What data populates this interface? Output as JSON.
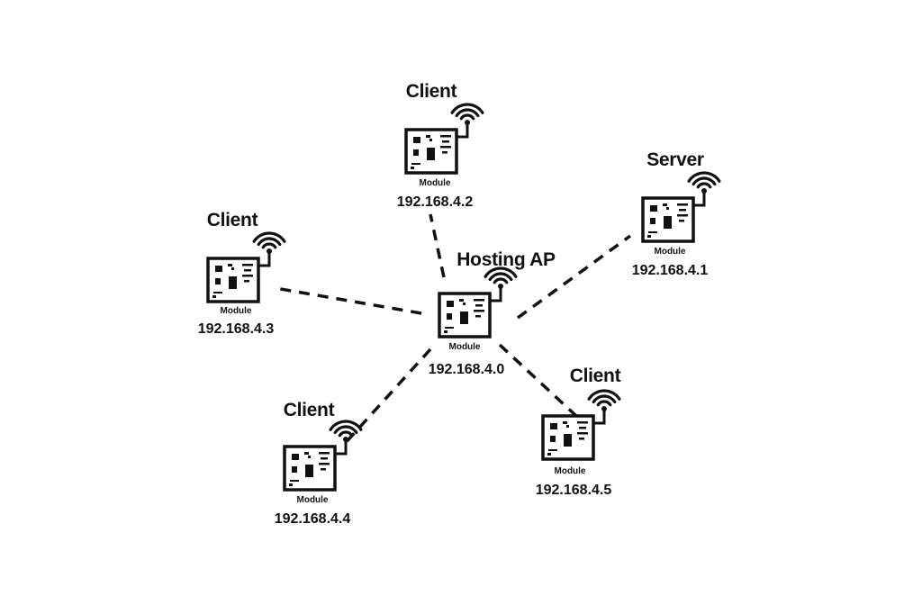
{
  "nodes": [
    {
      "id": "ap",
      "role": "Hosting AP",
      "module": "Module",
      "ip": "192.168.4.0"
    },
    {
      "id": "c2",
      "role": "Client",
      "module": "Module",
      "ip": "192.168.4.2"
    },
    {
      "id": "server",
      "role": "Server",
      "module": "Module",
      "ip": "192.168.4.1"
    },
    {
      "id": "c3",
      "role": "Client",
      "module": "Module",
      "ip": "192.168.4.3"
    },
    {
      "id": "c4",
      "role": "Client",
      "module": "Module",
      "ip": "192.168.4.4"
    },
    {
      "id": "c5",
      "role": "Client",
      "module": "Module",
      "ip": "192.168.4.5"
    }
  ],
  "links": [
    {
      "from": "ap",
      "to": "c2"
    },
    {
      "from": "ap",
      "to": "server"
    },
    {
      "from": "ap",
      "to": "c3"
    },
    {
      "from": "ap",
      "to": "c4"
    },
    {
      "from": "ap",
      "to": "c5"
    }
  ],
  "icons": {
    "module": "circuit-board-icon",
    "wifi": "wifi-signal-icon"
  },
  "colors": {
    "stroke": "#111111",
    "background": "#ffffff"
  }
}
